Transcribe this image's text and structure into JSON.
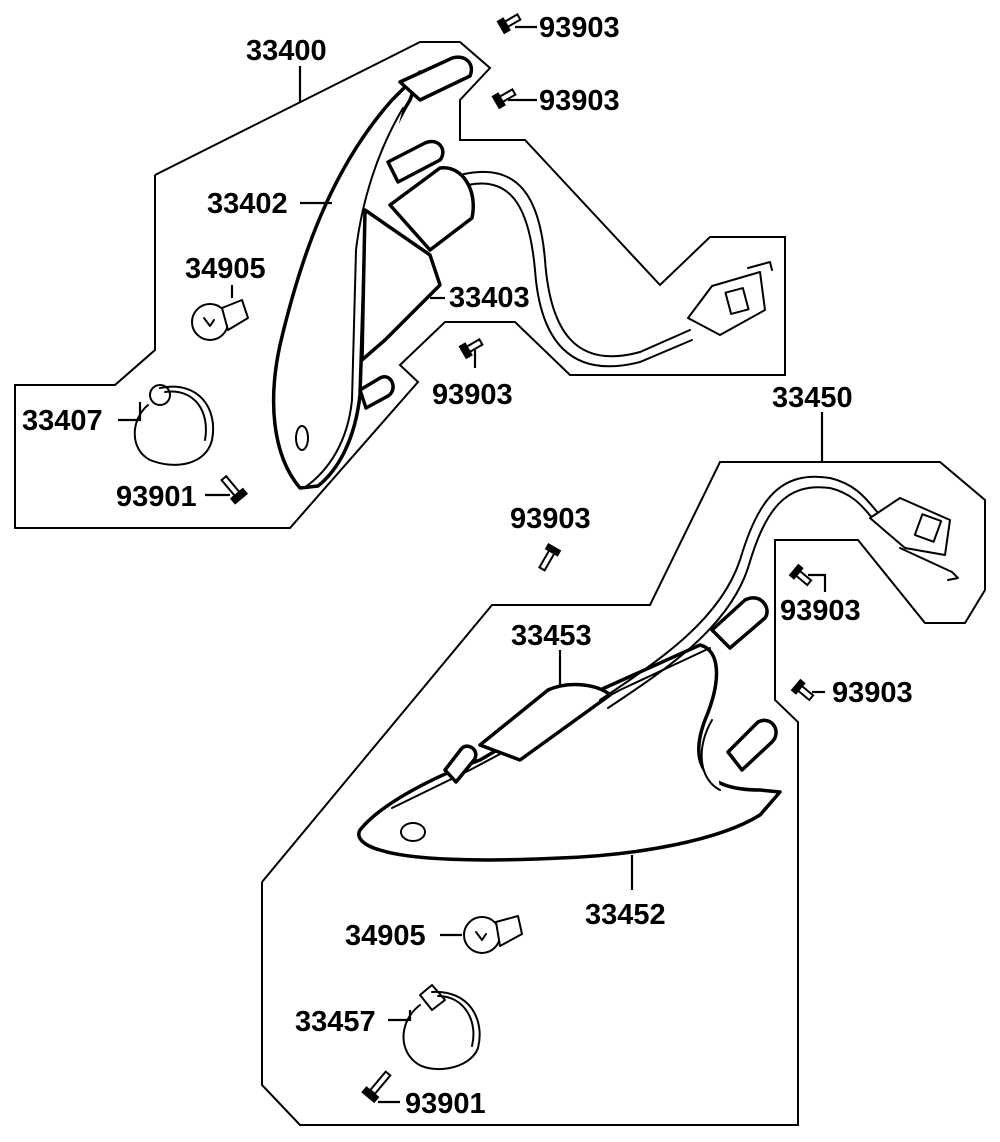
{
  "labels": {
    "a_33400": "33400",
    "a_33402": "33402",
    "a_34905": "34905",
    "a_33403": "33403",
    "a_33407": "33407",
    "a_93901": "93901",
    "a_93903_top1": "93903",
    "a_93903_top2": "93903",
    "a_93903_mid": "93903",
    "b_33450": "33450",
    "b_93903_left": "93903",
    "b_93903_right1": "93903",
    "b_93903_right2": "93903",
    "b_33453": "33453",
    "b_33452": "33452",
    "b_34905": "34905",
    "b_33457": "33457",
    "b_93901": "93901"
  },
  "icons": {
    "screw": "screw-icon",
    "bulb": "bulb-icon",
    "connector": "connector-icon",
    "socket": "bulb-socket-icon"
  }
}
